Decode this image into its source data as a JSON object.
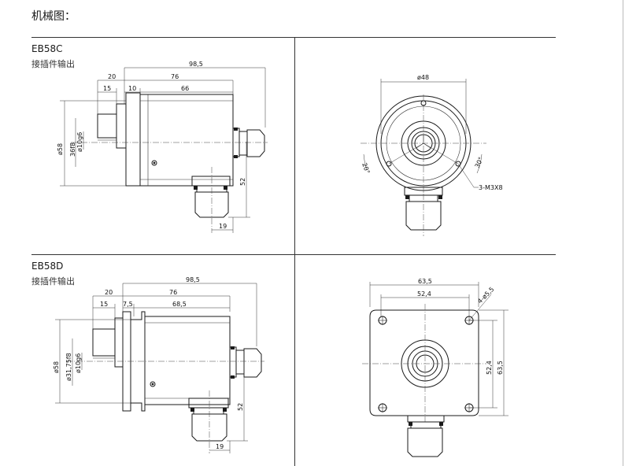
{
  "title": "机械图：",
  "upper": {
    "model": "EB58C",
    "subtitle": "接插件输出",
    "dims": {
      "overall": "98,5",
      "body": "76",
      "shaft_len": "20",
      "shaft_step": "15",
      "flange": "10",
      "housing": "66",
      "diameter": "ø58",
      "spigot": "36f8",
      "shaft": "ø10g6",
      "conn_height": "52",
      "conn_offset": "19"
    },
    "front": {
      "circle": "ø48",
      "angle_left": "20°",
      "angle_right": "30°",
      "holes": "3-M3X8"
    }
  },
  "lower": {
    "model": "EB58D",
    "subtitle": "接插件输出",
    "dims": {
      "overall": "98,5",
      "body": "76",
      "shaft_len": "20",
      "shaft_step": "15",
      "flange": "7,5",
      "housing": "68,5",
      "diameter": "ø58",
      "spigot": "ø31,75f8",
      "shaft": "ø10g6",
      "conn_height": "52",
      "conn_offset": "19"
    },
    "front": {
      "outer": "63,5",
      "inner": "52,4",
      "holes": "4-ø5,5",
      "v_inner": "52,4",
      "v_outer": "63,5"
    }
  }
}
